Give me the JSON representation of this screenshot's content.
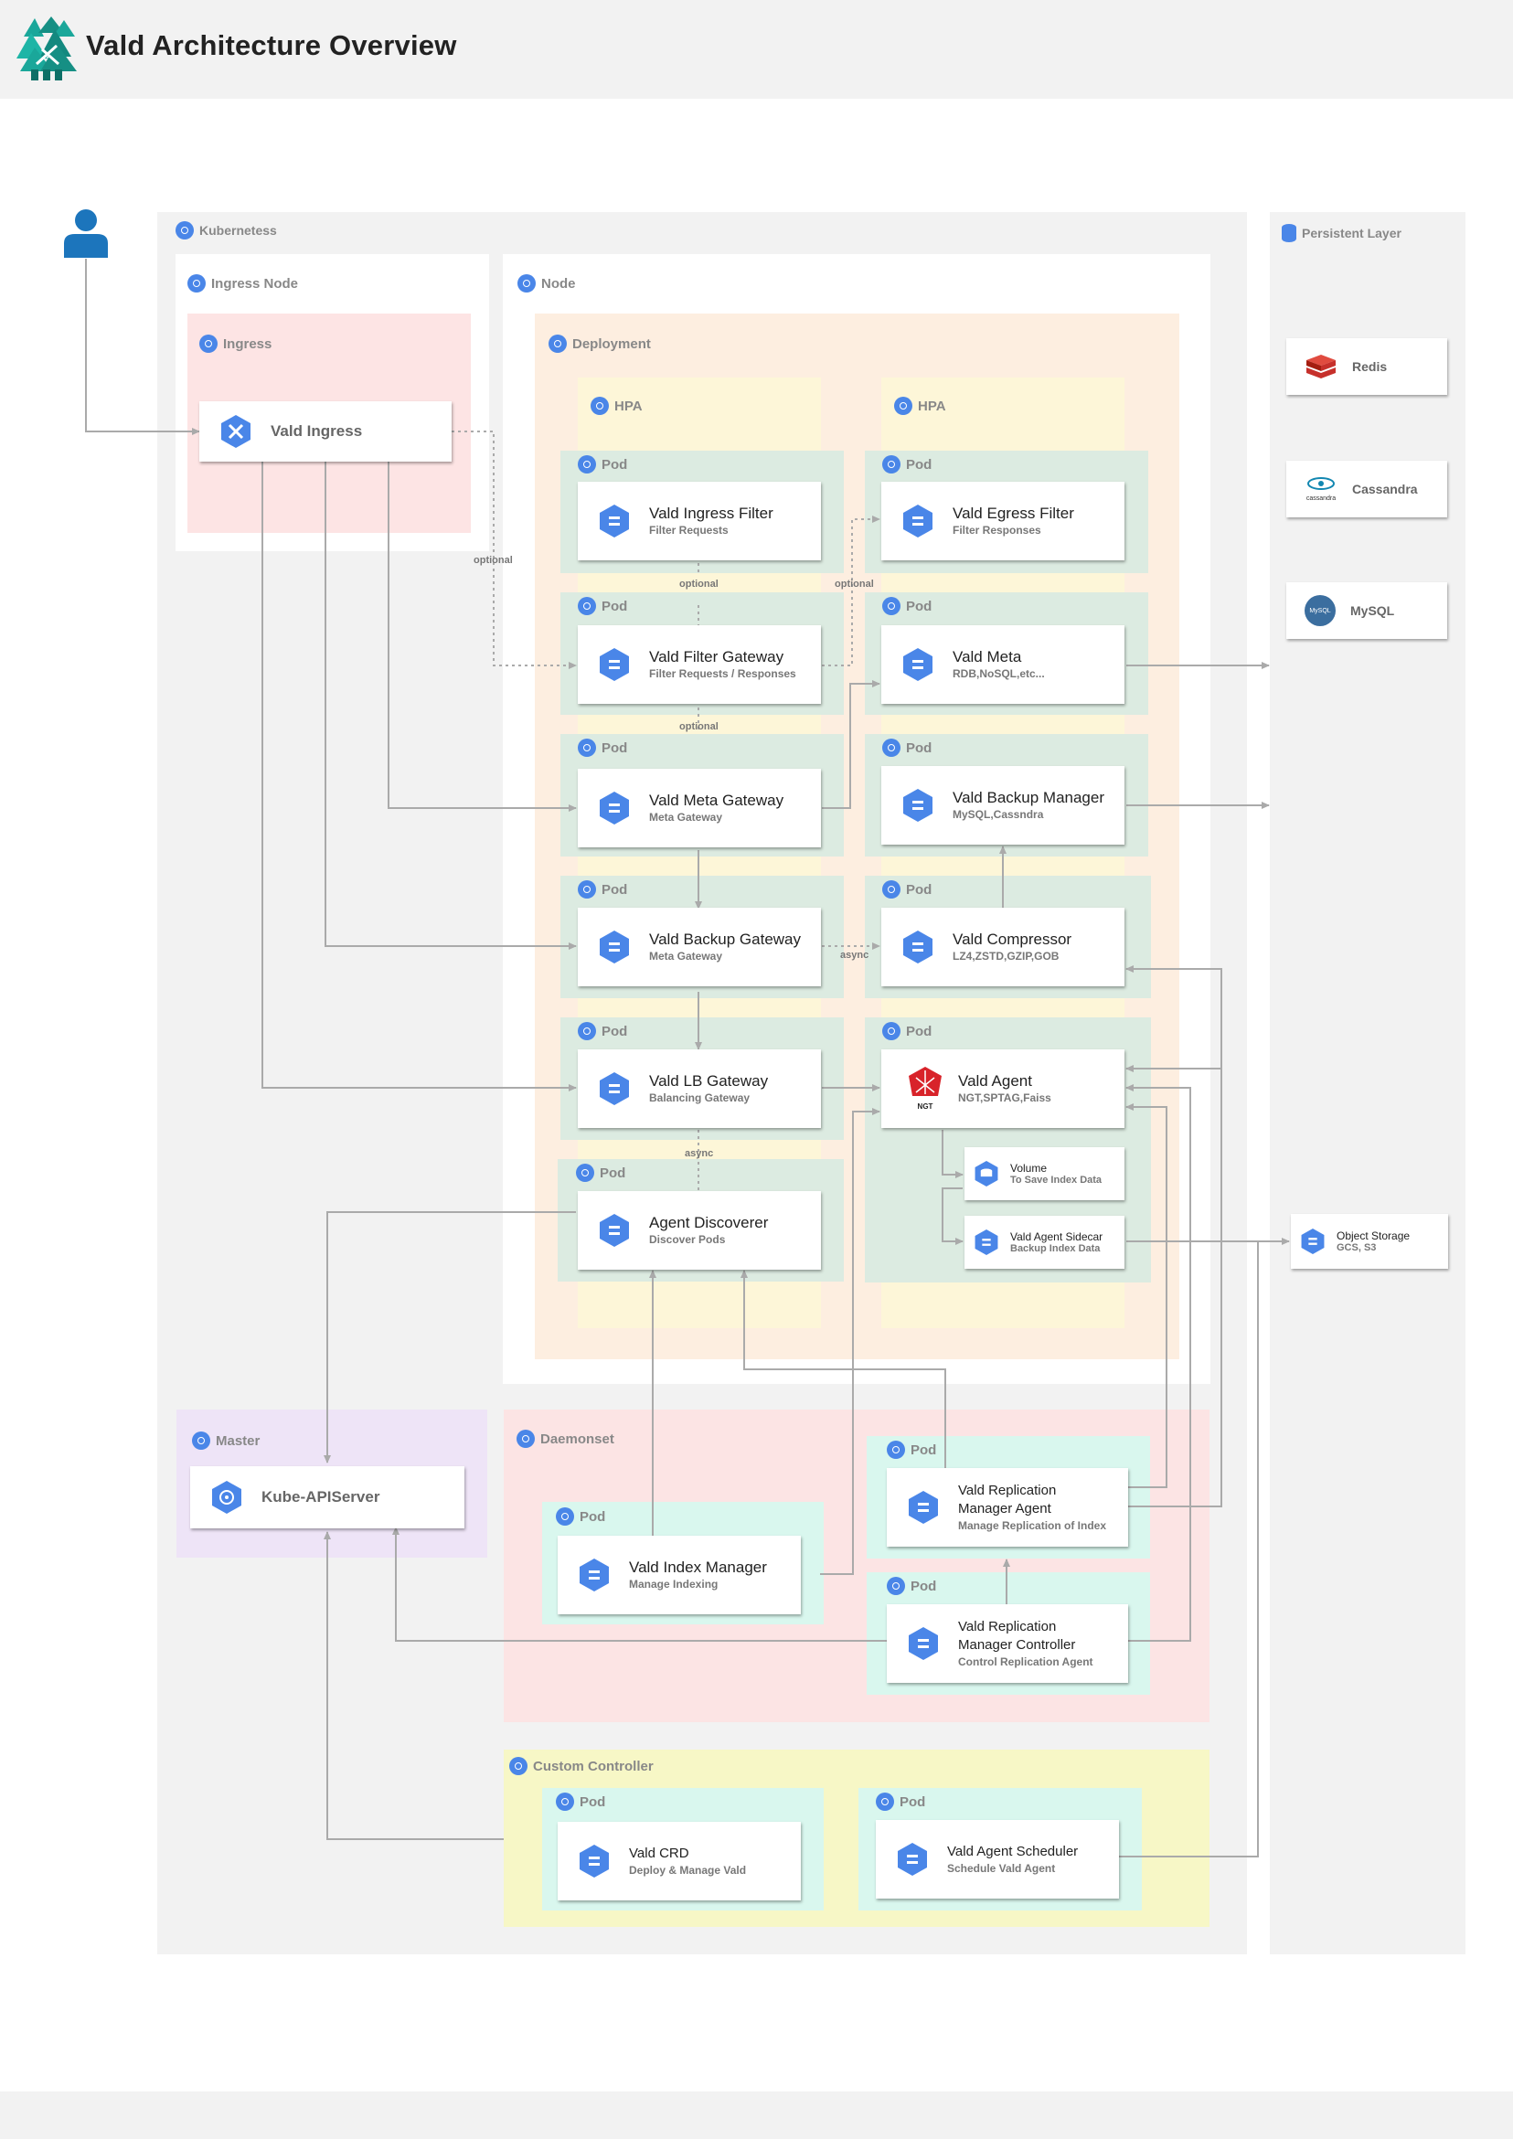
{
  "title": "Vald Architecture Overview",
  "regions": {
    "kubernetes": "Kubernetess",
    "persistent": "Persistent Layer",
    "ingress_node": "Ingress Node",
    "ingress": "Ingress",
    "node": "Node",
    "deployment": "Deployment",
    "hpa_left": "HPA",
    "hpa_right": "HPA",
    "master": "Master",
    "daemonset": "Daemonset",
    "custom_controller": "Custom Controller",
    "pod": "Pod"
  },
  "components": {
    "vald_ingress": {
      "title": "Vald Ingress"
    },
    "ingress_filter": {
      "title": "Vald Ingress Filter",
      "sub": "Filter Requests"
    },
    "egress_filter": {
      "title": "Vald Egress Filter",
      "sub": "Filter Responses"
    },
    "filter_gateway": {
      "title": "Vald Filter Gateway",
      "sub": "Filter Requests / Responses"
    },
    "meta": {
      "title": "Vald Meta",
      "sub": "RDB,NoSQL,etc..."
    },
    "meta_gateway": {
      "title": "Vald Meta Gateway",
      "sub": "Meta Gateway"
    },
    "backup_manager": {
      "title": "Vald Backup Manager",
      "sub": "MySQL,Cassndra"
    },
    "backup_gateway": {
      "title": "Vald Backup Gateway",
      "sub": "Meta Gateway"
    },
    "compressor": {
      "title": "Vald Compressor",
      "sub": "LZ4,ZSTD,GZIP,GOB"
    },
    "lb_gateway": {
      "title": "Vald LB Gateway",
      "sub": "Balancing Gateway"
    },
    "agent": {
      "title": "Vald Agent",
      "sub": "NGT,SPTAG,Faiss",
      "badge": "NGT"
    },
    "volume": {
      "title": "Volume",
      "sub": "To Save Index Data"
    },
    "agent_sidecar": {
      "title": "Vald Agent Sidecar",
      "sub": "Backup Index Data"
    },
    "agent_discoverer": {
      "title": "Agent Discoverer",
      "sub": "Discover Pods"
    },
    "kube_apiserver": {
      "title": "Kube-APIServer"
    },
    "index_manager": {
      "title": "Vald Index Manager",
      "sub": "Manage Indexing"
    },
    "replication_agent": {
      "title1": "Vald Replication",
      "title2": "Manager Agent",
      "sub": "Manage Replication of Index"
    },
    "replication_controller": {
      "title1": "Vald Replication",
      "title2": "Manager Controller",
      "sub": "Control Replication Agent"
    },
    "vald_crd": {
      "title": "Vald CRD",
      "sub": "Deploy & Manage Vald"
    },
    "agent_scheduler": {
      "title": "Vald Agent Scheduler",
      "sub": "Schedule Vald Agent"
    },
    "redis": {
      "title": "Redis"
    },
    "cassandra": {
      "title": "Cassandra",
      "logo_text": "cassandra"
    },
    "mysql": {
      "title": "MySQL",
      "logo_text": "MySQL"
    },
    "object_storage": {
      "title": "Object Storage",
      "sub": "GCS, S3"
    }
  },
  "edge_labels": {
    "optional_ingress": "optional",
    "optional_filter_top": "optional",
    "optional_egress": "optional",
    "optional_filter_bottom": "optional",
    "async_compressor": "async",
    "async_discoverer": "async"
  },
  "colors": {
    "ingress_bg": "#fde4e4",
    "deployment_bg": "#fdeee0",
    "hpa_bg": "#fdf6d8",
    "pod_bg": "#dcebe1",
    "master_bg": "#eee4f7",
    "daemonset_bg": "#fce4e4",
    "daemon_pod_bg": "#d9f7ee",
    "custom_bg": "#f7f7c6",
    "kubernetes_bg": "#f2f2f2",
    "hex_blue": "#4a86e8",
    "agent_red": "#d8232a",
    "redis_red": "#c6302b",
    "line_gray": "#aaaaaa"
  }
}
